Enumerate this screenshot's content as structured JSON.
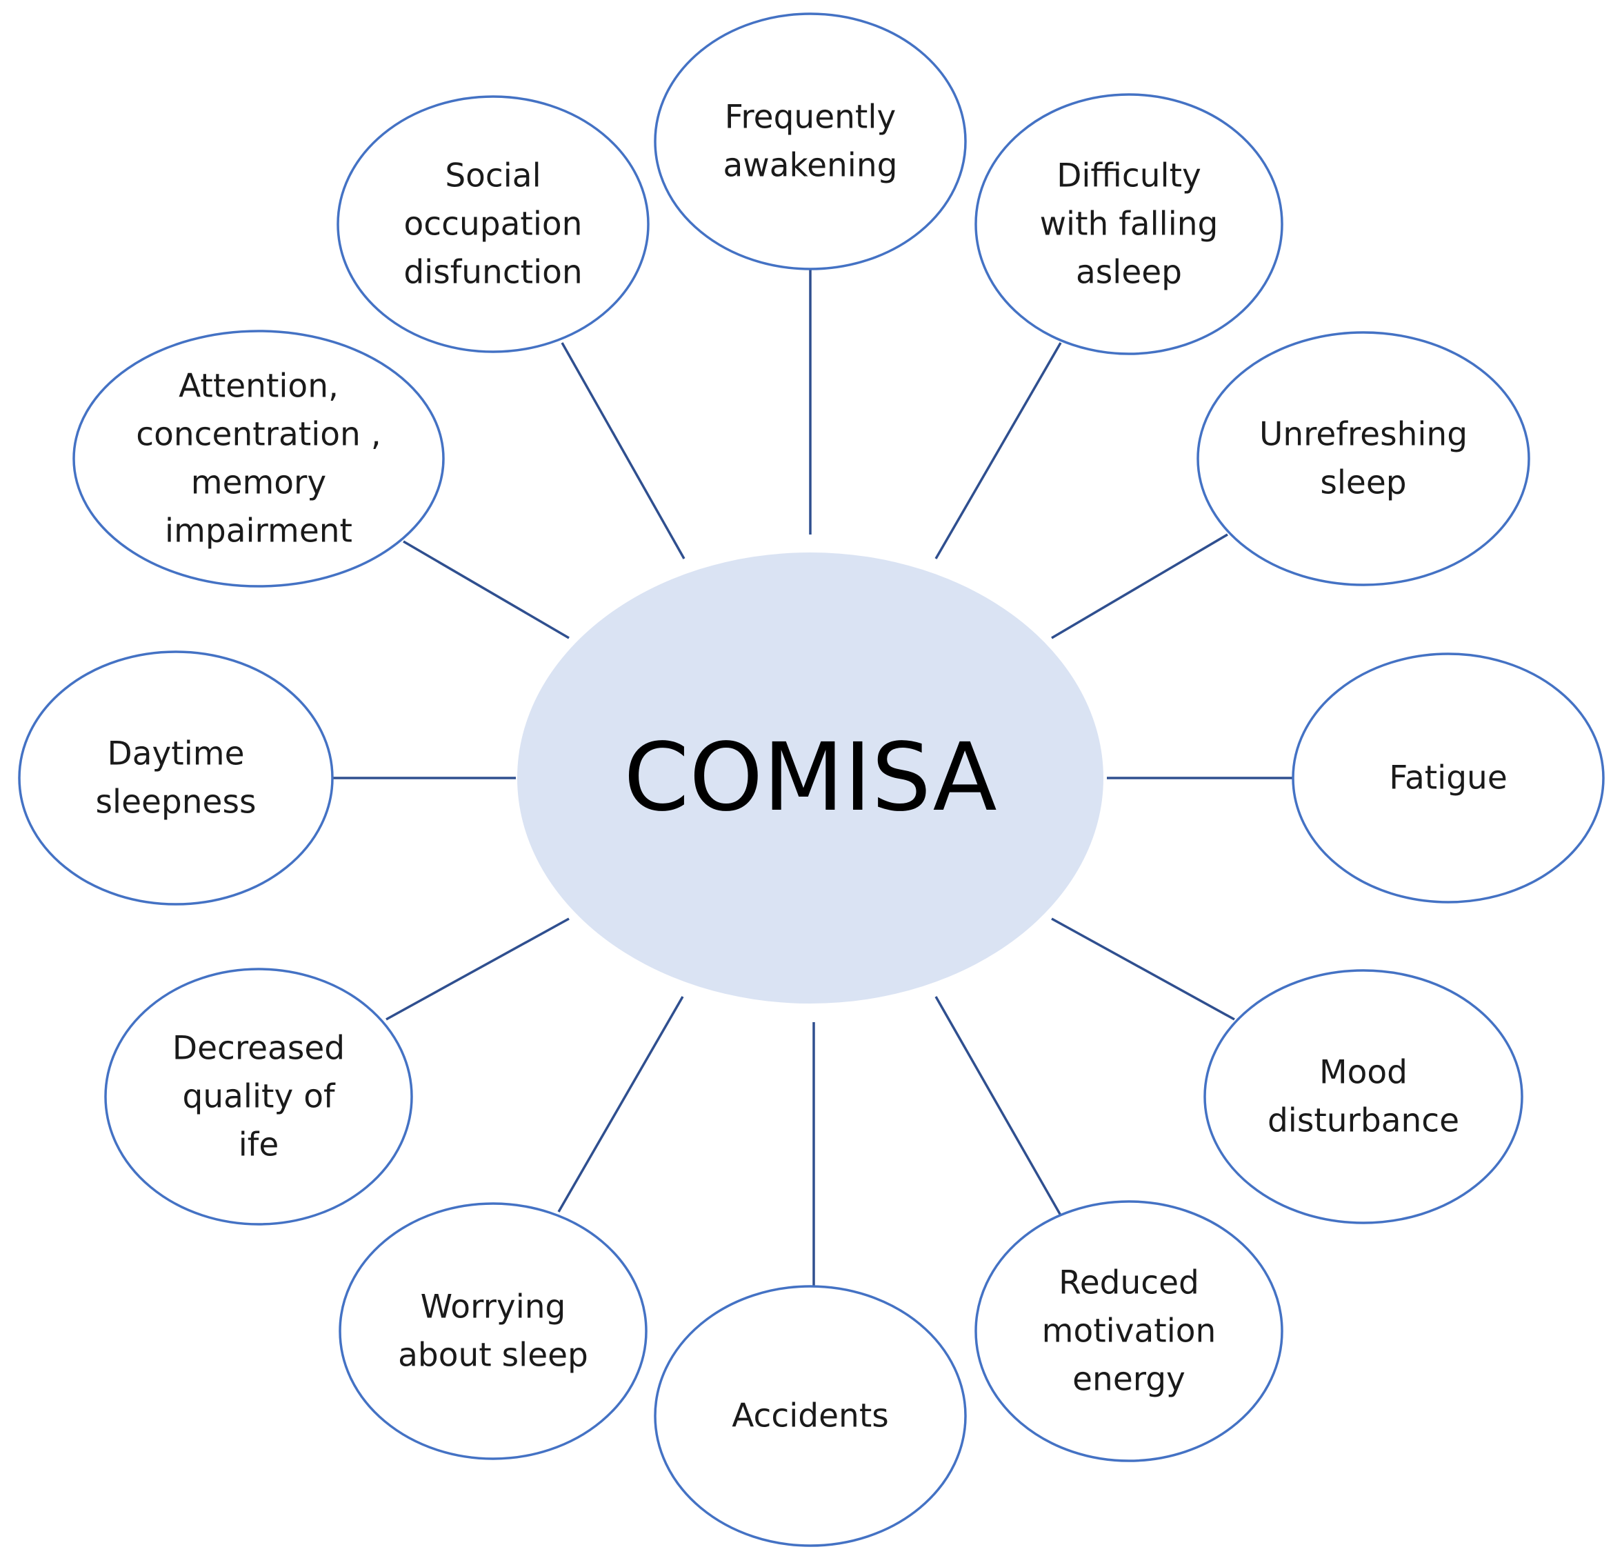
{
  "center": {
    "label": "COMISA"
  },
  "nodes": [
    {
      "id": "frequently-awakening",
      "lines": [
        "Frequently",
        "awakening"
      ]
    },
    {
      "id": "difficulty-falling-asleep",
      "lines": [
        "Difficulty",
        "with falling",
        "asleep"
      ]
    },
    {
      "id": "unrefreshing-sleep",
      "lines": [
        "Unrefreshing",
        "sleep"
      ]
    },
    {
      "id": "fatigue",
      "lines": [
        "Fatigue"
      ]
    },
    {
      "id": "mood-disturbance",
      "lines": [
        "Mood",
        "disturbance"
      ]
    },
    {
      "id": "reduced-motivation-energy",
      "lines": [
        "Reduced",
        "motivation",
        "energy"
      ]
    },
    {
      "id": "accidents",
      "lines": [
        "Accidents"
      ]
    },
    {
      "id": "worrying-about-sleep",
      "lines": [
        "Worrying",
        "about sleep"
      ]
    },
    {
      "id": "decreased-quality-of-life",
      "lines": [
        "Decreased",
        "quality of",
        "ife"
      ]
    },
    {
      "id": "daytime-sleepness",
      "lines": [
        "Daytime",
        "sleepness"
      ]
    },
    {
      "id": "attention-concentration-memory",
      "lines": [
        "Attention,",
        "concentration ,",
        "memory",
        "impairment"
      ]
    },
    {
      "id": "social-occupation-disfunction",
      "lines": [
        "Social",
        "occupation",
        "disfunction"
      ]
    }
  ]
}
